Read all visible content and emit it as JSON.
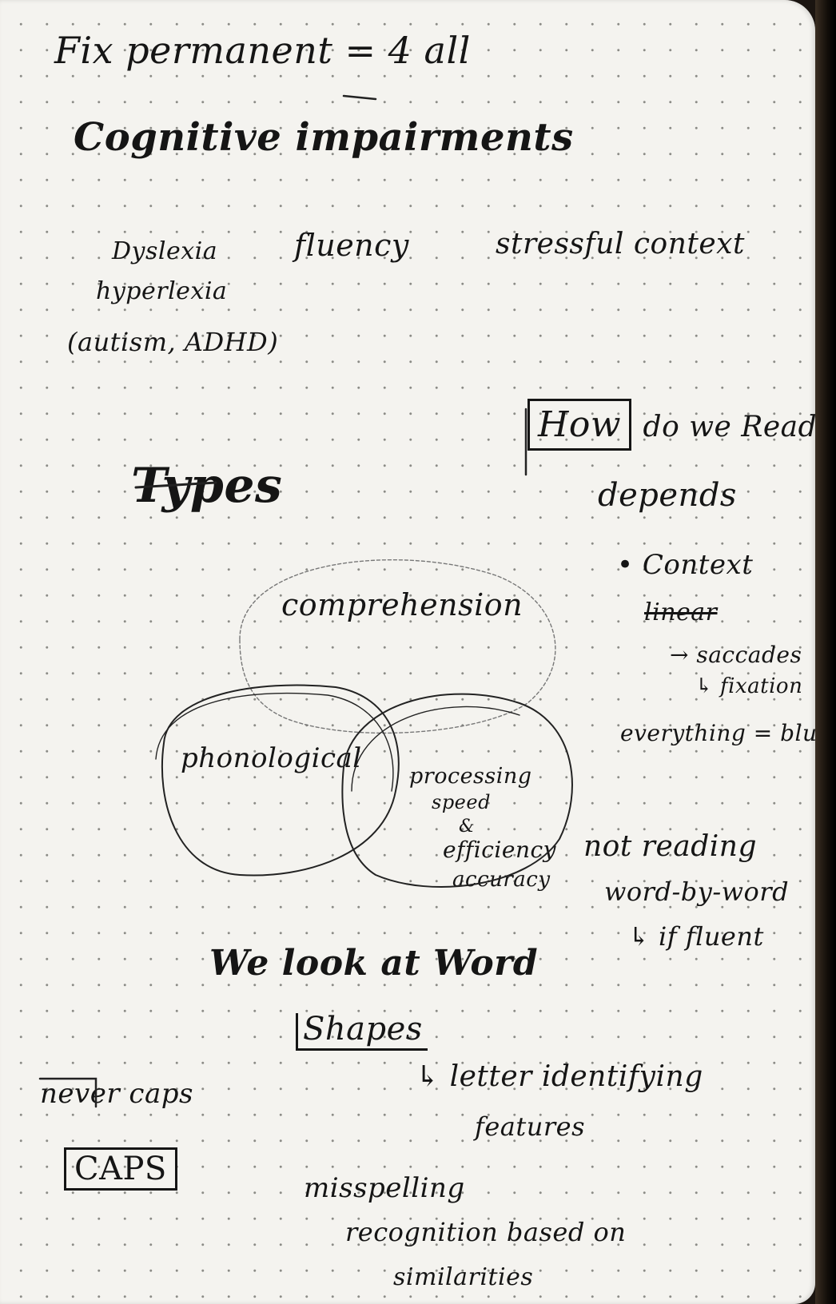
{
  "notes": {
    "line1": "Fix permanent = 4 all",
    "heading": "Cognitive impairments",
    "dyslexia": "Dyslexia",
    "hyperlexia": "hyperlexia",
    "autism_adhd": "(autism, ADHD)",
    "fluency": "fluency",
    "stressful": "stressful context",
    "how_prefix": "How",
    "how_rest": "do we Read",
    "depends": "depends",
    "context": "• Context",
    "linear": "linear",
    "saccades": "→ saccades",
    "fixation": "↳ fixation",
    "everything": "everything = blurry",
    "types": "Types",
    "comprehension": "comprehension",
    "phonological": "phonological",
    "processing": "processing",
    "speed": "speed",
    "amp": "&",
    "efficiency": "efficiency",
    "accuracy": "accuracy",
    "not_reading": "not reading",
    "word_by_word": "word-by-word",
    "if_fluent": "↳ if fluent",
    "we_look": "We look at Word",
    "shapes": "Shapes",
    "letter": "↳ letter identifying",
    "features": "features",
    "never_caps": "never caps",
    "caps": "CAPS",
    "misspelling": "misspelling",
    "recognition": "recognition based on",
    "similarities": "similarities"
  }
}
